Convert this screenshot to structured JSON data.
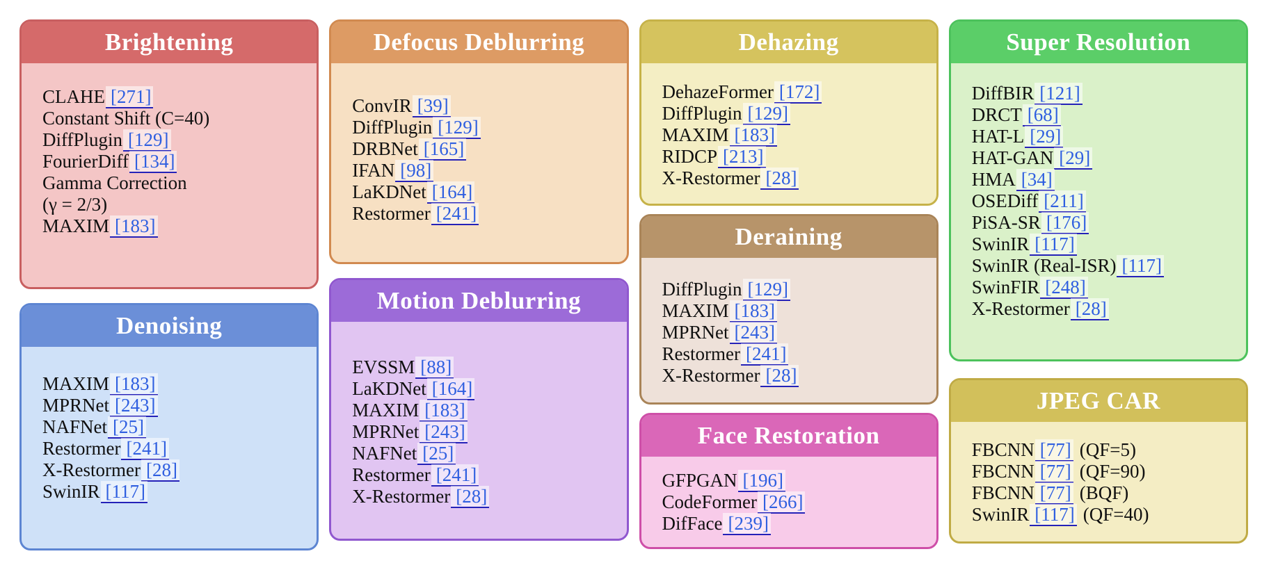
{
  "citation_style": {
    "text_color": "#2f5fe0",
    "underline_color": "#2421b8",
    "highlight_color": "rgba(255,255,255,0.55)"
  },
  "boxes": [
    {
      "title": "Brightening",
      "header_color": "#d56a6a",
      "border_color": "#c85f60",
      "body_color": "#f4c6c6",
      "items": [
        {
          "pre": "CLAHE",
          "cite": "[271]"
        },
        {
          "pre": "Constant Shift (C=40)"
        },
        {
          "pre": "DiffPlugin",
          "cite": "[129]"
        },
        {
          "pre": "FourierDiff",
          "cite": "[134]"
        },
        {
          "pre": "Gamma Correction"
        },
        {
          "pre": "(γ = 2/3)"
        },
        {
          "pre": "MAXIM",
          "cite": "[183]"
        }
      ]
    },
    {
      "title": "Denoising",
      "header_color": "#6b8fd8",
      "border_color": "#5d85d2",
      "body_color": "#cfe1f8",
      "items": [
        {
          "pre": "MAXIM",
          "cite": "[183]"
        },
        {
          "pre": "MPRNet",
          "cite": "[243]"
        },
        {
          "pre": "NAFNet",
          "cite": "[25]"
        },
        {
          "pre": "Restormer",
          "cite": "[241]"
        },
        {
          "pre": "X-Restormer",
          "cite": "[28]"
        },
        {
          "pre": "SwinIR",
          "cite": "[117]"
        }
      ]
    },
    {
      "title": "Defocus Deblurring",
      "header_color": "#dd9b64",
      "border_color": "#d18a50",
      "body_color": "#f7e0c3",
      "items": [
        {
          "pre": "ConvIR",
          "cite": "[39]"
        },
        {
          "pre": "DiffPlugin",
          "cite": "[129]"
        },
        {
          "pre": "DRBNet",
          "cite": "[165]"
        },
        {
          "pre": "IFAN",
          "cite": "[98]"
        },
        {
          "pre": "LaKDNet",
          "cite": "[164]"
        },
        {
          "pre": "Restormer",
          "cite": "[241]"
        }
      ]
    },
    {
      "title": "Motion Deblurring",
      "header_color": "#9c6bd8",
      "border_color": "#9058cf",
      "body_color": "#e1c5f2",
      "items": [
        {
          "pre": "EVSSM",
          "cite": "[88]"
        },
        {
          "pre": "LaKDNet",
          "cite": "[164]"
        },
        {
          "pre": "MAXIM",
          "cite": "[183]"
        },
        {
          "pre": "MPRNet",
          "cite": "[243]"
        },
        {
          "pre": "NAFNet",
          "cite": "[25]"
        },
        {
          "pre": "Restormer",
          "cite": "[241]"
        },
        {
          "pre": "X-Restormer",
          "cite": "[28]"
        }
      ]
    },
    {
      "title": "Dehazing",
      "header_color": "#d5c35e",
      "border_color": "#c6b248",
      "body_color": "#f4eec4",
      "items": [
        {
          "pre": "DehazeFormer",
          "cite": "[172]"
        },
        {
          "pre": "DiffPlugin",
          "cite": "[129]"
        },
        {
          "pre": "MAXIM",
          "cite": "[183]"
        },
        {
          "pre": "RIDCP",
          "cite": "[213]"
        },
        {
          "pre": "X-Restormer",
          "cite": "[28]"
        }
      ]
    },
    {
      "title": "Deraining",
      "header_color": "#b7946a",
      "border_color": "#a98458",
      "body_color": "#eee1d9",
      "items": [
        {
          "pre": "DiffPlugin",
          "cite": "[129]"
        },
        {
          "pre": "MAXIM",
          "cite": "[183]"
        },
        {
          "pre": "MPRNet",
          "cite": "[243]"
        },
        {
          "pre": "Restormer",
          "cite": "[241]"
        },
        {
          "pre": "X-Restormer",
          "cite": "[28]"
        }
      ]
    },
    {
      "title": "Face Restoration",
      "header_color": "#da67b8",
      "border_color": "#ce4fa8",
      "body_color": "#f8cbe9",
      "items": [
        {
          "pre": "GFPGAN",
          "cite": "[196]"
        },
        {
          "pre": "CodeFormer",
          "cite": "[266]"
        },
        {
          "pre": "DifFace",
          "cite": "[239]"
        }
      ]
    },
    {
      "title": "Super Resolution",
      "header_color": "#5bce68",
      "border_color": "#4cc25c",
      "body_color": "#daf1c9",
      "items": [
        {
          "pre": "DiffBIR",
          "cite": "[121]"
        },
        {
          "pre": "DRCT",
          "cite": "[68]"
        },
        {
          "pre": "HAT-L",
          "cite": "[29]"
        },
        {
          "pre": "HAT-GAN",
          "cite": "[29]"
        },
        {
          "pre": "HMA",
          "cite": "[34]"
        },
        {
          "pre": "OSEDiff",
          "cite": "[211]"
        },
        {
          "pre": "PiSA-SR",
          "cite": "[176]"
        },
        {
          "pre": "SwinIR",
          "cite": "[117]"
        },
        {
          "pre": "SwinIR (Real-ISR)",
          "cite": "[117]"
        },
        {
          "pre": "SwinFIR",
          "cite": "[248]"
        },
        {
          "pre": "X-Restormer",
          "cite": "[28]"
        }
      ]
    },
    {
      "title": "JPEG CAR",
      "header_color": "#d2c05b",
      "border_color": "#c0ab45",
      "body_color": "#f4edc4",
      "items": [
        {
          "pre": "FBCNN",
          "cite": "[77]",
          "post": "(QF=5)"
        },
        {
          "pre": "FBCNN",
          "cite": "[77]",
          "post": "(QF=90)"
        },
        {
          "pre": "FBCNN",
          "cite": "[77]",
          "post": "(BQF)"
        },
        {
          "pre": "SwinIR",
          "cite": "[117]",
          "post": "(QF=40)"
        }
      ]
    }
  ]
}
